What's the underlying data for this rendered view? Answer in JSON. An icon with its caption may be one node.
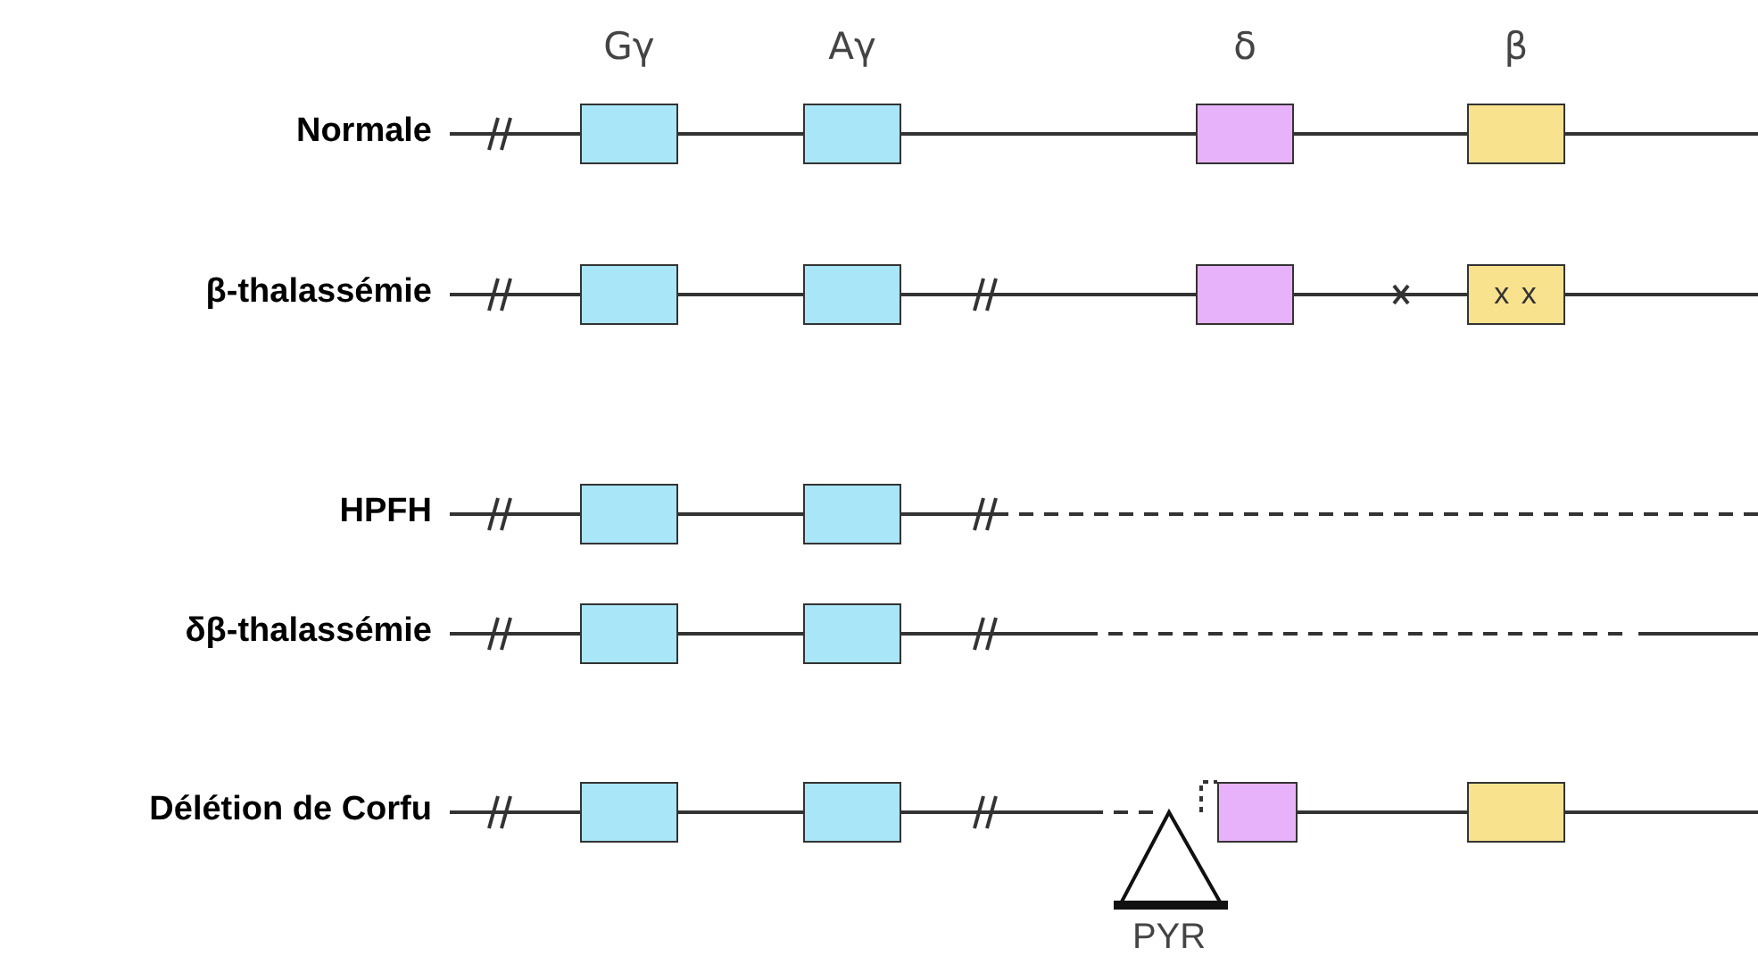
{
  "diagram": {
    "nodes": [
      {
        "text": [],
        "shape": "box",
        "beside": [
          "Gγ"
        ]
      },
      {
        "text": [],
        "shape": "box",
        "beside": [
          "Aγ"
        ]
      },
      {
        "text": [],
        "shape": "box",
        "beside": [
          "δ"
        ]
      },
      {
        "text": [],
        "shape": "box",
        "beside": [
          "β"
        ]
      },
      {
        "text": [],
        "shape": "box"
      },
      {
        "text": [],
        "shape": "box"
      },
      {
        "text": [],
        "shape": "box"
      },
      {
        "text": [
          "x x"
        ]
      },
      {
        "text": [],
        "shape": "box"
      },
      {
        "text": [],
        "shape": "box"
      },
      {
        "text": [],
        "shape": "box"
      },
      {
        "text": [],
        "shape": "box"
      },
      {
        "text": [],
        "shape": "box"
      },
      {
        "text": [],
        "shape": "box"
      },
      {
        "text": [],
        "shape": "box"
      },
      {
        "text": [],
        "shape": "box"
      }
    ],
    "edges": [
      {
        "from": null,
        "to": 0,
        "arrow": "none"
      },
      {
        "from": 0,
        "to": 1,
        "arrow": "none"
      },
      {
        "from": 1,
        "to": 2,
        "arrow": "none"
      },
      {
        "from": 2,
        "to": 3,
        "arrow": "none"
      },
      {
        "from": 3,
        "to": null,
        "arrow": "none"
      },
      {
        "from": null,
        "to": 4,
        "arrow": "none"
      },
      {
        "from": 4,
        "to": 5,
        "arrow": "none"
      },
      {
        "from": 5,
        "to": 6,
        "arrow": "none"
      },
      {
        "from": 6,
        "to": 7,
        "arrow": "none"
      },
      {
        "from": 7,
        "to": null,
        "arrow": "none"
      },
      {
        "from": null,
        "to": 8,
        "arrow": "none"
      },
      {
        "from": 8,
        "to": 9,
        "arrow": "none"
      },
      {
        "from": 9,
        "to": null,
        "arrow": "none",
        "style": "dashed"
      },
      {
        "from": null,
        "to": 10,
        "arrow": "none"
      },
      {
        "from": 10,
        "to": 11,
        "arrow": "none"
      },
      {
        "from": 11,
        "to": null,
        "arrow": "none",
        "style": "dashed"
      },
      {
        "from": null,
        "to": 12,
        "arrow": "none"
      },
      {
        "from": 12,
        "to": 13,
        "arrow": "none"
      },
      {
        "from": 13,
        "to": 14,
        "arrow": "none",
        "style": "dashed"
      },
      {
        "from": 14,
        "to": 15,
        "arrow": "none"
      },
      {
        "from": 15,
        "to": null,
        "arrow": "none"
      }
    ],
    "labels": [
      "Normale",
      "β-thalassémie",
      "HPFH",
      "δβ-thalassémie",
      "Délétion de Corfu",
      "PYR"
    ]
  }
}
